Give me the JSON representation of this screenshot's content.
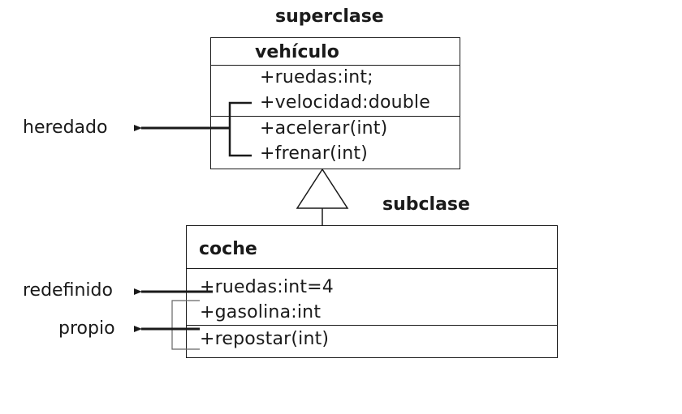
{
  "labels": {
    "superclass": "superclase",
    "subclass": "subclase",
    "inherited": "heredado",
    "redefined": "redefinido",
    "own": "propio"
  },
  "superclass": {
    "name": "vehículo",
    "attributes": [
      "+ruedas:int;",
      "+velocidad:double"
    ],
    "methods": [
      "+acelerar(int)",
      "+frenar(int)"
    ]
  },
  "subclass": {
    "name": "coche",
    "attributes": [
      "+ruedas:int=4",
      "+gasolina:int"
    ],
    "methods": [
      "+repostar(int)"
    ]
  },
  "colors": {
    "stroke": "#1a1a1a",
    "bracket": "#666666",
    "background": "#ffffff"
  }
}
